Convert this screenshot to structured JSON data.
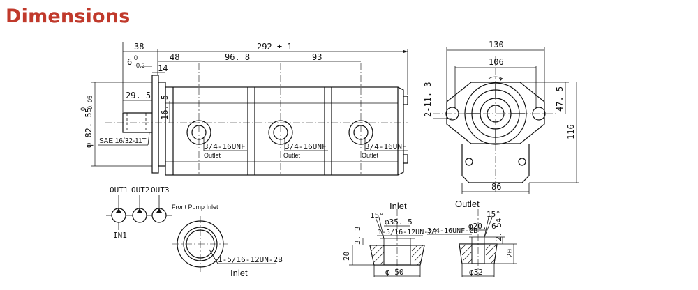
{
  "title": "Dimensions",
  "side_view": {
    "overall_length": "292 ± 1",
    "shaft_offset": "38",
    "shaft_key": "6",
    "shaft_key_tol_upper": "0",
    "shaft_key_tol_lower": "-0.2",
    "flange_thickness": "14",
    "to_port1": "48",
    "port1_to_port2": "96. 8",
    "port2_to_port3": "93",
    "shaft_length": "29. 5",
    "shaft_height": "16. 5",
    "pilot_diameter": "φ 82. 55",
    "pilot_tol_upper": "0",
    "pilot_tol_lower": "-0. 05",
    "spline": "SAE 16/32-11T",
    "port_thread": "3/4-16UNF",
    "port_label": "Outlet"
  },
  "end_view": {
    "flange_width": "130",
    "bolt_spacing": "106",
    "bolt_holes": "2-11. 3",
    "center_height": "47. 5",
    "height": "116",
    "body_width": "86"
  },
  "schematic": {
    "outputs": [
      "OUT1",
      "OUT2",
      "OUT3"
    ],
    "input": "IN1"
  },
  "front_inlet": {
    "caption": "Front Pump Inlet",
    "thread": "1-5/16-12UN-2B",
    "label": "Inlet"
  },
  "inlet_section": {
    "title": "Inlet",
    "angle": "15°",
    "spot_face": "φ35. 5",
    "thread": "1-5/16-12UN-2B",
    "depth": "3. 3",
    "height": "20",
    "boss_diameter": "φ 50"
  },
  "outlet_section": {
    "title": "Outlet",
    "angle": "15°",
    "thread": "3/4-16UNF-2B",
    "spot_face": "φ20. 6",
    "depth": "2. 54",
    "height": "20",
    "boss_diameter": "φ32"
  }
}
